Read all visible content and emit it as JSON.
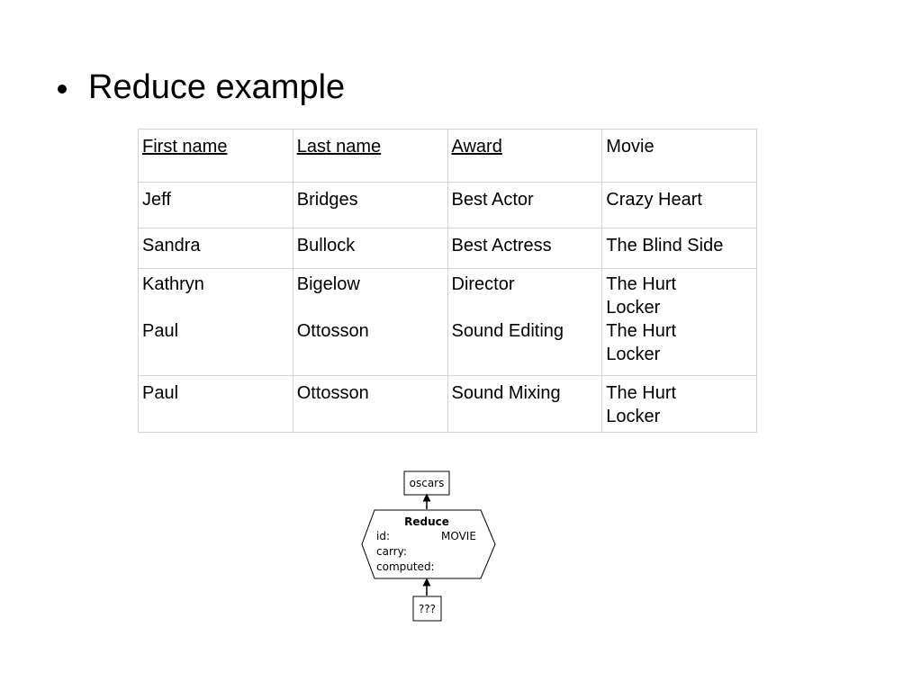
{
  "slide": {
    "heading": "Reduce example"
  },
  "table": {
    "headers": [
      "First name",
      "Last name",
      "Award",
      "Movie"
    ],
    "rows": [
      [
        "Jeff",
        "Bridges",
        "Best Actor",
        "Crazy Heart"
      ],
      [
        "Sandra",
        "Bullock",
        "Best Actress",
        "The Blind Side"
      ],
      [
        "Kathryn",
        "Bigelow",
        "Director",
        "The Hurt Locker"
      ],
      [
        "Paul",
        "Ottosson",
        "Sound Editing",
        "The Hurt Locker"
      ],
      [
        "Paul",
        "Ottosson",
        "Sound Mixing",
        "The Hurt Locker"
      ]
    ]
  },
  "diagram": {
    "top_box": "oscars",
    "node_title": "Reduce",
    "id_label": "id:",
    "id_value": "MOVIE",
    "carry_label": "carry:",
    "computed_label": "computed:",
    "bottom_box": "???"
  }
}
